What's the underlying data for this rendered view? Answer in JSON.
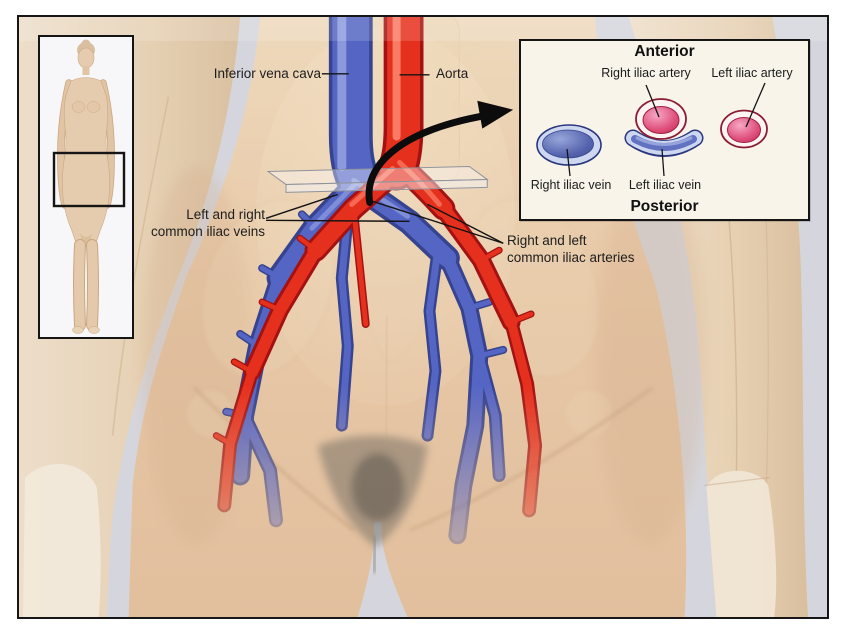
{
  "figure": {
    "labels": {
      "inferior_vena_cava": "Inferior vena cava",
      "aorta": "Aorta",
      "common_iliac_veins": "Left and right\ncommon iliac veins",
      "common_iliac_arteries": "Right and left\ncommon iliac arteries"
    },
    "cross_section_inset": {
      "anterior": "Anterior",
      "posterior": "Posterior",
      "right_iliac_artery": "Right iliac artery",
      "left_iliac_artery": "Left iliac artery",
      "right_iliac_vein": "Right iliac vein",
      "left_iliac_vein": "Left iliac vein"
    },
    "icons": {
      "magnify_arrow": "curved-arrow-icon",
      "body_locator": "full-body-figure-with-region-rectangle",
      "section_plane": "translucent-cross-section-plane"
    },
    "colors": {
      "artery_red": "#e6301e",
      "artery_dark_red": "#a31212",
      "vein_blue": "#5565c4",
      "vein_dark_blue": "#36438f",
      "skin_tone": "#e8cdaf",
      "background_gray": "#d5d6dd",
      "inset_cream": "#f8f4e9",
      "line_black": "#141414"
    }
  }
}
